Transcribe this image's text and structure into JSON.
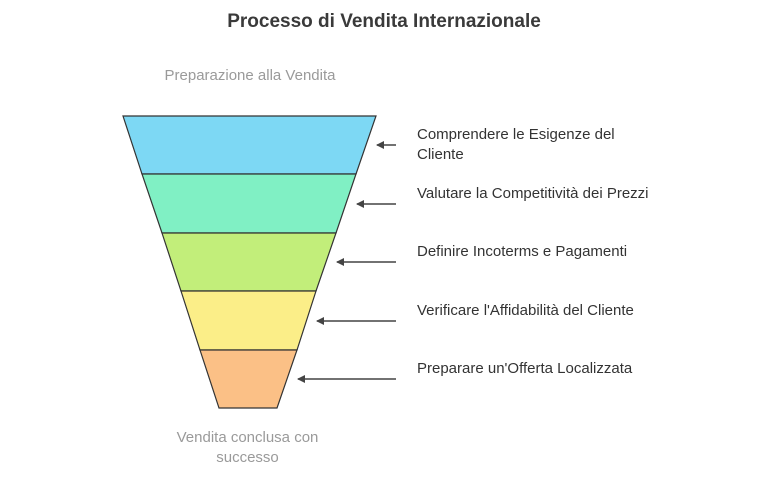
{
  "title": "Processo di Vendita Internazionale",
  "top_label": "Preparazione alla Vendita",
  "bottom_label": "Vendita conclusa con successo",
  "steps": [
    {
      "label": "Comprendere le Esigenze del Cliente",
      "color": "#7dd8f4"
    },
    {
      "label": "Valutare la Competitività dei Prezzi",
      "color": "#80f0c4"
    },
    {
      "label": "Definire Incoterms e Pagamenti",
      "color": "#c2ee7a"
    },
    {
      "label": "Verificare l'Affidabilità del Cliente",
      "color": "#fbee88"
    },
    {
      "label": "Preparare un'Offerta Localizzata",
      "color": "#fbc086"
    }
  ]
}
